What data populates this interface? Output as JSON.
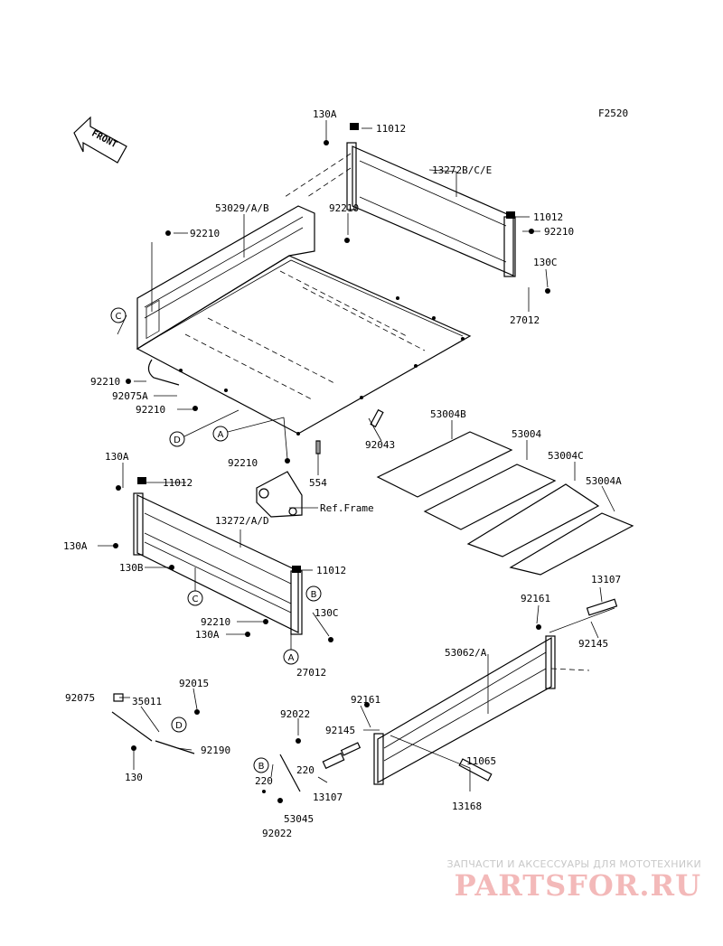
{
  "figure_code": "F2520",
  "front_label": "FRONT",
  "labels": {
    "l130a_top": "130A",
    "l11012_top": "11012",
    "l13272bce": "13272B/C/E",
    "l11012_r": "11012",
    "l92210_r": "92210",
    "l130c_top": "130C",
    "l27012_top": "27012",
    "l53029": "53029/A/B",
    "l92210_c": "92210",
    "l92210_l": "92210",
    "l92210_ll": "92210",
    "l92075a": "92075A",
    "l92210_b1": "92210",
    "l92210_b2": "92210",
    "l92043": "92043",
    "l554": "554",
    "l_ref": "Ref.Frame",
    "l53004b": "53004B",
    "l53004": "53004",
    "l53004c": "53004C",
    "l53004a": "53004A",
    "l130a_m": "130A",
    "l11012_m": "11012",
    "l13272ad": "13272/A/D",
    "l130a_m2": "130A",
    "l130b": "130B",
    "l11012_m2": "11012",
    "l92210_m": "92210",
    "l130a_m3": "130A",
    "l130c_m": "130C",
    "l27012_m": "27012",
    "l13107_r": "13107",
    "l92161_r": "92161",
    "l92145_r": "92145",
    "l53062a": "53062/A",
    "l92075": "92075",
    "l92015": "92015",
    "l35011": "35011",
    "l92190": "92190",
    "l130": "130",
    "l92022_t": "92022",
    "l92161_m": "92161",
    "l92145_m": "92145",
    "l220_a": "220",
    "l220_b": "220",
    "l13107_m": "13107",
    "l53045": "53045",
    "l92022_b": "92022",
    "l11065": "11065",
    "l13168": "13168"
  },
  "callouts": {
    "c1": "C",
    "d1": "D",
    "a1": "A",
    "b1": "B",
    "c2": "C",
    "a2": "A",
    "d2": "D",
    "b2": "B"
  },
  "watermark": {
    "tagline": "ЗАПЧАСТИ И АКСЕССУАРЫ ДЛЯ МОТОТЕХНИКИ",
    "logo": "PARTSFOR.RU"
  }
}
